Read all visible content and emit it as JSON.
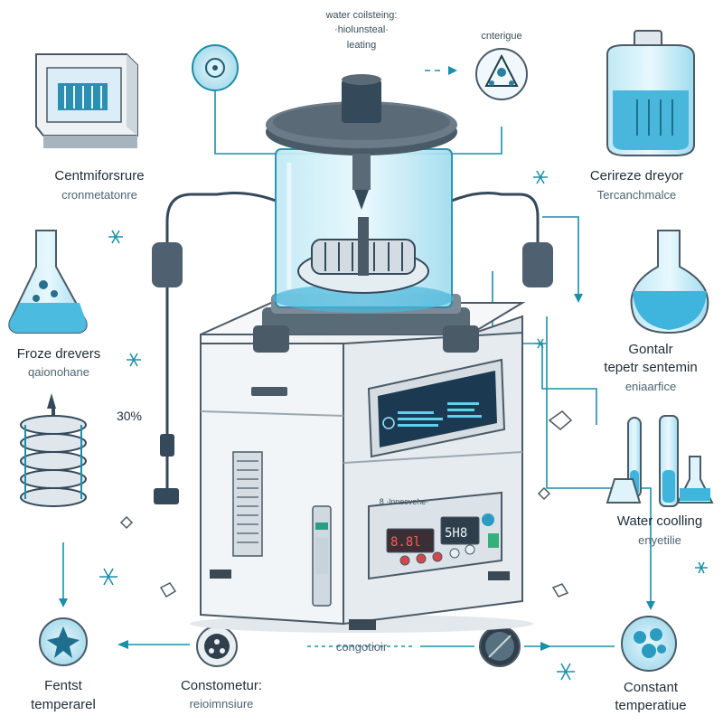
{
  "labels": {
    "top_center_1": "water coilsteing:",
    "top_center_2": "·hiolunsteal·",
    "top_center_3": "leating",
    "top_right_circle": "cnterigue",
    "left_top_title": "Centmiforsrure",
    "left_top_sub": "cronmetatonre",
    "right_top_title": "Cerireze dreyor",
    "right_top_sub": "Tercanchmalce",
    "left_mid_title": "Froze drevers",
    "left_mid_sub": "qaionohane",
    "percent": "30%",
    "right_mid_title1": "Gontalr",
    "right_mid_title2": "tepetr sentemin",
    "right_mid_sub": "eniaarfice",
    "right_low_title": "Water coolling",
    "right_low_sub": "enyetilie",
    "bottom_center": "congotioir",
    "bottom_left_title1": "Fentst",
    "bottom_left_title2": "temperarel",
    "bottom_mid_title": "Constometur:",
    "bottom_mid_sub": "reioimnsiure",
    "bottom_right_title1": "Constant",
    "bottom_right_title2": "temperatiue",
    "panel_brand": "8 ·lnnesvehe·"
  },
  "colors": {
    "accent": "#1a8fa8",
    "glass": "#7fd3ea",
    "metal": "#4a5a66",
    "body": "#eef1f4",
    "screen": "#1b3a52"
  }
}
